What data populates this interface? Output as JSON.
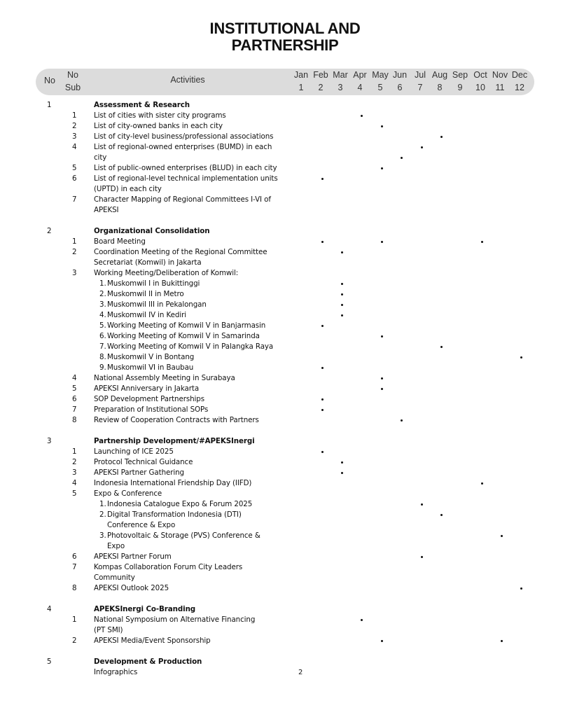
{
  "title_lines": [
    "INSTITUTIONAL AND",
    "PARTNERSHIP"
  ],
  "header": {
    "no": "No",
    "no_sub": [
      "No",
      "Sub"
    ],
    "activities": "Activities",
    "months": [
      "Jan",
      "Feb",
      "Mar",
      "Apr",
      "May",
      "Jun",
      "Jul",
      "Aug",
      "Sep",
      "Oct",
      "Nov",
      "Dec"
    ],
    "month_numbers": [
      "1",
      "2",
      "3",
      "4",
      "5",
      "6",
      "7",
      "8",
      "9",
      "10",
      "11",
      "12"
    ]
  },
  "sections": [
    {
      "no": "1",
      "title": "Assessment & Research",
      "items": [
        {
          "sub": "1",
          "lines": [
            "List of cities with sister city programs"
          ],
          "months": [
            [
              4
            ]
          ]
        },
        {
          "sub": "2",
          "lines": [
            "List of city-owned banks in each city"
          ],
          "months": [
            [
              5
            ]
          ]
        },
        {
          "sub": "3",
          "lines": [
            "List of city-level business/professional associations"
          ],
          "months": [
            [
              8
            ]
          ]
        },
        {
          "sub": "4",
          "lines": [
            "List of regional-owned enterprises (BUMD) in each",
            "city"
          ],
          "months": [
            [
              7
            ],
            [
              6
            ]
          ]
        },
        {
          "sub": "5",
          "lines": [
            "List of public-owned enterprises (BLUD) in each city"
          ],
          "months": [
            [
              5
            ]
          ]
        },
        {
          "sub": "6",
          "lines": [
            "List of regional-level technical implementation units",
            "(UPTD) in each city"
          ],
          "months": [
            [
              2
            ]
          ]
        },
        {
          "sub": "7",
          "lines": [
            "Character Mapping of Regional Committees I-VI of",
            "APEKSI"
          ],
          "months": []
        }
      ]
    },
    {
      "no": "2",
      "title": "Organizational Consolidation",
      "items": [
        {
          "sub": "1",
          "lines": [
            "Board Meeting"
          ],
          "months": [
            [
              2,
              5,
              10
            ]
          ]
        },
        {
          "sub": "2",
          "lines": [
            "Coordination Meeting of the Regional Committee",
            "Secretariat (Komwil) in Jakarta"
          ],
          "months": [
            [
              3
            ]
          ]
        },
        {
          "sub": "3",
          "lines": [
            "Working Meeting/Deliberation of Komwil:"
          ],
          "months": [],
          "children": [
            {
              "num": "1.",
              "lines": [
                "Muskomwil I in Bukittinggi"
              ],
              "months": [
                [
                  3
                ]
              ]
            },
            {
              "num": "2.",
              "lines": [
                "Muskomwil II in Metro"
              ],
              "months": [
                [
                  3
                ]
              ]
            },
            {
              "num": "3.",
              "lines": [
                "Muskomwil III in Pekalongan"
              ],
              "months": [
                [
                  3
                ]
              ]
            },
            {
              "num": "4.",
              "lines": [
                "Muskomwil IV in Kediri"
              ],
              "months": [
                [
                  3
                ]
              ]
            },
            {
              "num": "5.",
              "lines": [
                "Working Meeting of Komwil V in Banjarmasin"
              ],
              "months": [
                [
                  2
                ]
              ]
            },
            {
              "num": "6.",
              "lines": [
                "Working Meeting of Komwil V in Samarinda"
              ],
              "months": [
                [
                  5
                ]
              ]
            },
            {
              "num": "7.",
              "lines": [
                "Working Meeting of Komwil V in Palangka Raya"
              ],
              "months": [
                [
                  8
                ]
              ]
            },
            {
              "num": "8.",
              "lines": [
                "Muskomwil V in Bontang"
              ],
              "months": [
                [
                  12
                ]
              ]
            },
            {
              "num": "9.",
              "lines": [
                "Muskomwil VI in Baubau"
              ],
              "months": [
                [
                  2
                ]
              ]
            }
          ]
        },
        {
          "sub": "4",
          "lines": [
            "National Assembly Meeting in Surabaya"
          ],
          "months": [
            [
              5
            ]
          ]
        },
        {
          "sub": "5",
          "lines": [
            "APEKSI Anniversary in Jakarta"
          ],
          "months": [
            [
              5
            ]
          ]
        },
        {
          "sub": "6",
          "lines": [
            "SOP Development Partnerships"
          ],
          "months": [
            [
              2
            ]
          ]
        },
        {
          "sub": "7",
          "lines": [
            "Preparation of Institutional SOPs"
          ],
          "months": [
            [
              2
            ]
          ]
        },
        {
          "sub": "8",
          "lines": [
            "Review of Cooperation Contracts with Partners"
          ],
          "months": [
            [
              6
            ]
          ]
        }
      ]
    },
    {
      "no": "3",
      "title": "Partnership Development/#APEKSInergi",
      "items": [
        {
          "sub": "1",
          "lines": [
            "Launching of ICE 2025"
          ],
          "months": [
            [
              2
            ]
          ]
        },
        {
          "sub": "2",
          "lines": [
            "Protocol Technical Guidance"
          ],
          "months": [
            [
              3
            ]
          ]
        },
        {
          "sub": "3",
          "lines": [
            "APEKSI Partner Gathering"
          ],
          "months": [
            [
              3
            ]
          ]
        },
        {
          "sub": "4",
          "lines": [
            "Indonesia International Friendship Day (IIFD)"
          ],
          "months": [
            [
              10
            ]
          ]
        },
        {
          "sub": "5",
          "lines": [
            "Expo & Conference"
          ],
          "months": [],
          "children": [
            {
              "num": "1.",
              "lines": [
                "Indonesia Catalogue Expo & Forum 2025"
              ],
              "months": [
                [
                  7
                ]
              ]
            },
            {
              "num": "2.",
              "lines": [
                "Digital Transformation Indonesia (DTI)",
                "Conference & Expo"
              ],
              "months": [
                [
                  8
                ]
              ]
            },
            {
              "num": "3.",
              "lines": [
                "Photovoltaic & Storage (PVS) Conference &",
                "Expo"
              ],
              "months": [
                [
                  11
                ]
              ]
            }
          ]
        },
        {
          "sub": "6",
          "lines": [
            "APEKSI Partner Forum"
          ],
          "months": [
            [
              7
            ]
          ]
        },
        {
          "sub": "7",
          "lines": [
            "Kompas Collaboration Forum City Leaders",
            "Community"
          ],
          "months": []
        },
        {
          "sub": "8",
          "lines": [
            "APEKSI Outlook 2025"
          ],
          "months": [
            [
              12
            ]
          ]
        }
      ]
    },
    {
      "no": "4",
      "title": "APEKSInergi Co-Branding",
      "items": [
        {
          "sub": "1",
          "lines": [
            "National Symposium on Alternative Financing",
            "(PT SMI)"
          ],
          "months": [
            [
              4
            ]
          ]
        },
        {
          "sub": "2",
          "lines": [
            "APEKSI Media/Event Sponsorship"
          ],
          "months": [
            [
              5,
              11
            ]
          ]
        }
      ]
    },
    {
      "no": "5",
      "title": "Development & Production",
      "items": [
        {
          "sub": "",
          "lines": [
            "Infographics"
          ],
          "months": []
        }
      ]
    }
  ],
  "page_number": "2"
}
